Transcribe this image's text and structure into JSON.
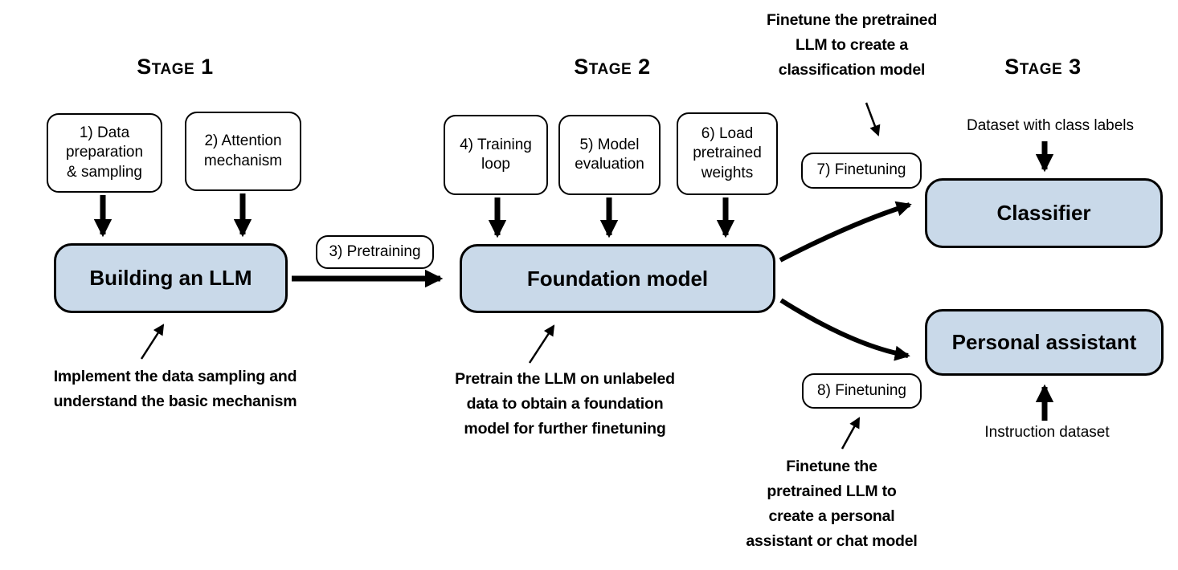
{
  "stage_titles": {
    "s1": "Stage 1",
    "s2": "Stage 2",
    "s3": "Stage 3"
  },
  "step_boxes": {
    "data_prep": "1) Data\npreparation\n& sampling",
    "attention": "2) Attention\nmechanism",
    "pretraining": "3) Pretraining",
    "training_loop": "4) Training\nloop",
    "model_eval": "5) Model\nevaluation",
    "load_weights": "6) Load\npretrained\nweights",
    "finetuning_7": "7) Finetuning",
    "finetuning_8": "8) Finetuning"
  },
  "main_boxes": {
    "building": "Building an LLM",
    "foundation": "Foundation model",
    "classifier": "Classifier",
    "assistant": "Personal assistant"
  },
  "labels": {
    "dataset_class": "Dataset with class labels",
    "instruction_dataset": "Instruction dataset"
  },
  "annotations": {
    "stage1_note": "Implement the data sampling and\nunderstand the basic mechanism",
    "stage2_note": "Pretrain the LLM on unlabeled\ndata to obtain a foundation\nmodel for further finetuning",
    "classification_note": "Finetune the pretrained\nLLM to create a\nclassification model",
    "assistant_note": "Finetune the\npretrained LLM to\ncreate a personal\nassistant or chat model"
  },
  "colors": {
    "box_fill": "#c9d9e9",
    "line": "#000000",
    "background": "#ffffff"
  }
}
